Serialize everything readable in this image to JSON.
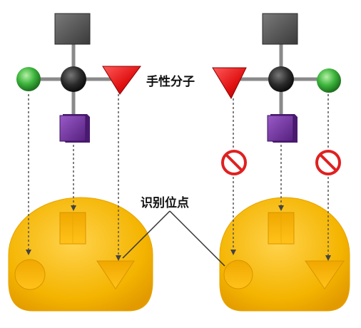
{
  "labels": {
    "chiral_molecule": "手性分子",
    "recognition_site": "识别位点"
  },
  "panels": [
    {
      "id": "left",
      "match": "fits",
      "substituents": {
        "top": "dark-gray-square",
        "left": "green-sphere",
        "right": "red-triangle",
        "bottom": "purple-cube"
      },
      "site_pockets": [
        "circle",
        "square",
        "triangle"
      ]
    },
    {
      "id": "right",
      "match": "does-not-fit",
      "substituents": {
        "top": "dark-gray-square",
        "left": "red-triangle",
        "right": "green-sphere",
        "bottom": "purple-cube"
      },
      "site_pockets": [
        "circle",
        "square",
        "triangle"
      ],
      "blocked_icons": 2
    }
  ],
  "colors": {
    "site_fill": "#F4B400",
    "site_edge": "#E29A00",
    "center_atom": "#2a2a2a",
    "green_group": "#3cb43c",
    "red_group": "#e01010",
    "purple_group": "#6a2c9a",
    "gray_group": "#555555",
    "prohibit_red": "#e02020"
  }
}
